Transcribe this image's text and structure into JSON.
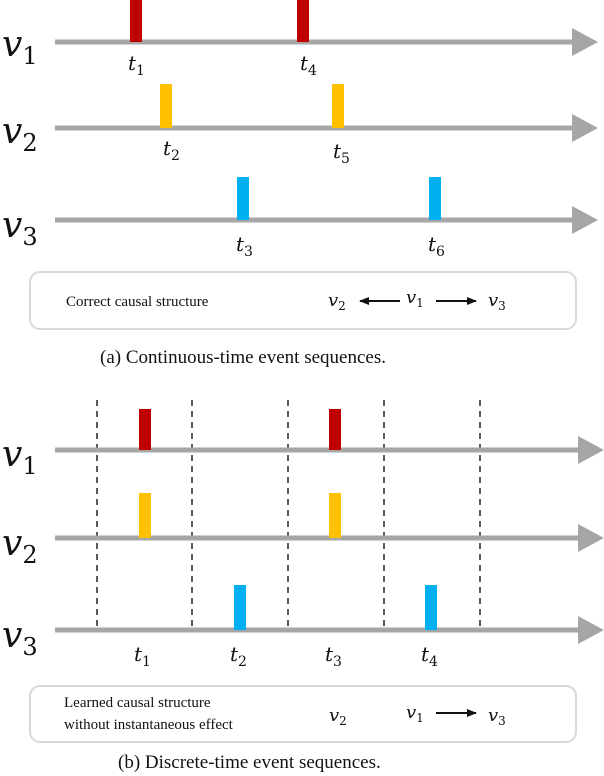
{
  "colors": {
    "axis": "#a6a6a6",
    "red": "#c00000",
    "orange": "#ffc000",
    "blue": "#00b0f0",
    "box_border": "#d9d9d9",
    "dash": "#222222"
  },
  "panel_a": {
    "rows": [
      {
        "var": "v",
        "sub": "1",
        "events": [
          {
            "t": "t",
            "sub": "1"
          },
          {
            "t": "t",
            "sub": "4"
          }
        ]
      },
      {
        "var": "v",
        "sub": "2",
        "events": [
          {
            "t": "t",
            "sub": "2"
          },
          {
            "t": "t",
            "sub": "5"
          }
        ]
      },
      {
        "var": "v",
        "sub": "3",
        "events": [
          {
            "t": "t",
            "sub": "3"
          },
          {
            "t": "t",
            "sub": "6"
          }
        ]
      }
    ],
    "box_text": "Correct causal structure",
    "structure": {
      "left": "v",
      "left_sub": "2",
      "middle": "v",
      "middle_sub": "1",
      "right": "v",
      "right_sub": "3"
    },
    "caption": "(a)  Continuous-time event sequences."
  },
  "panel_b": {
    "rows": [
      {
        "var": "v",
        "sub": "1"
      },
      {
        "var": "v",
        "sub": "2"
      },
      {
        "var": "v",
        "sub": "3"
      }
    ],
    "slot_labels": [
      {
        "t": "t",
        "sub": "1"
      },
      {
        "t": "t",
        "sub": "2"
      },
      {
        "t": "t",
        "sub": "3"
      },
      {
        "t": "t",
        "sub": "4"
      }
    ],
    "box_text_line1": "Learned causal structure",
    "box_text_line2": "without  instantaneous effect",
    "structure": {
      "left": "v",
      "left_sub": "2",
      "middle": "v",
      "middle_sub": "1",
      "right": "v",
      "right_sub": "3"
    },
    "caption": "(b)  Discrete-time event sequences."
  }
}
